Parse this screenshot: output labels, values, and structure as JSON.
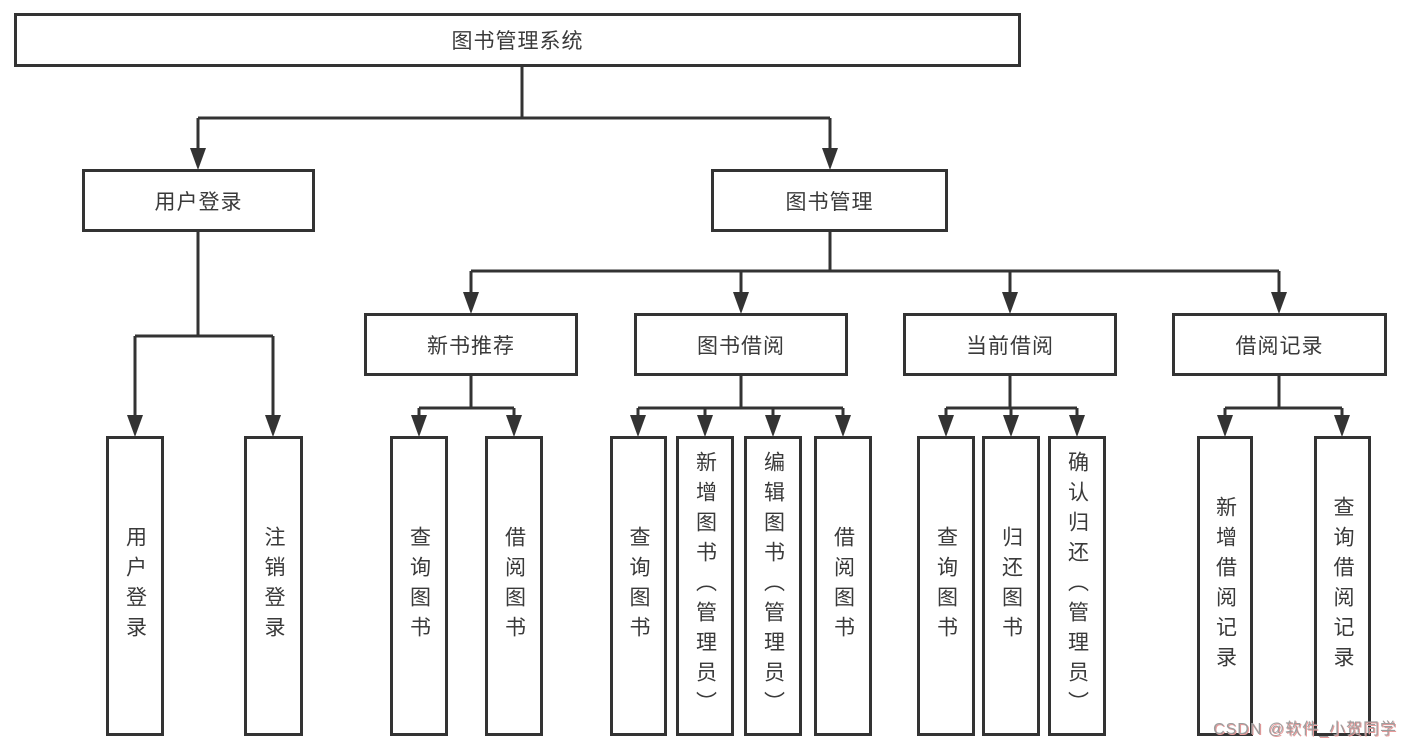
{
  "colors": {
    "line": "#333333",
    "text": "#3a3a3a",
    "background": "#ffffff",
    "watermark_gray": "#9d9d9d",
    "watermark_red": "#e79a9a"
  },
  "tree": {
    "label": "图书管理系统",
    "children": [
      {
        "label": "用户登录",
        "children": [
          {
            "label": "用户登录"
          },
          {
            "label": "注销登录"
          }
        ]
      },
      {
        "label": "图书管理",
        "children": [
          {
            "label": "新书推荐",
            "children": [
              {
                "label": "查询图书"
              },
              {
                "label": "借阅图书"
              }
            ]
          },
          {
            "label": "图书借阅",
            "children": [
              {
                "label": "查询图书"
              },
              {
                "label": "新增图书（管理员）"
              },
              {
                "label": "编辑图书（管理员）"
              },
              {
                "label": "借阅图书"
              }
            ]
          },
          {
            "label": "当前借阅",
            "children": [
              {
                "label": "查询图书"
              },
              {
                "label": "归还图书"
              },
              {
                "label": "确认归还（管理员）"
              }
            ]
          },
          {
            "label": "借阅记录",
            "children": [
              {
                "label": "新增借阅记录"
              },
              {
                "label": "查询借阅记录"
              }
            ]
          }
        ]
      }
    ]
  },
  "watermark": {
    "text": "CSDN @软件_小贺同学"
  }
}
